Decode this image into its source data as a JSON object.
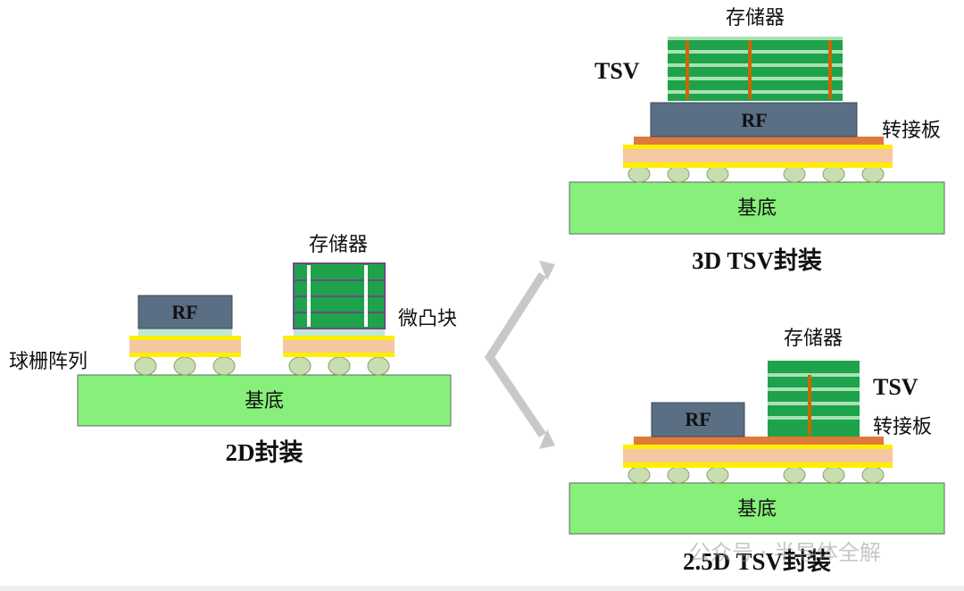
{
  "package_2d": {
    "caption": "2D封装",
    "rf_label": "RF",
    "memory_label": "存储器",
    "microbump_label": "微凸块",
    "bga_label": "球栅阵列",
    "substrate_label": "基底"
  },
  "package_3d": {
    "caption": "3D TSV封装",
    "memory_label": "存储器",
    "tsv_label": "TSV",
    "rf_label": "RF",
    "interposer_label": "转接板",
    "substrate_label": "基底"
  },
  "package_25d": {
    "caption": "2.5D TSV封装",
    "memory_label": "存储器",
    "tsv_label": "TSV",
    "rf_label": "RF",
    "interposer_label": "转接板",
    "substrate_label": "基底"
  },
  "watermark": "公众号 · 半导体全解",
  "colors": {
    "substrate": "#86f07a",
    "memory": "#1ea34a",
    "rf_chip": "#5a6e84",
    "layer_pink": "#f5c7a2",
    "layer_yellow": "#ffee00",
    "ball": "#c8ddb0",
    "tsv": "#cc6600",
    "arrow": "#c8c8c8"
  }
}
